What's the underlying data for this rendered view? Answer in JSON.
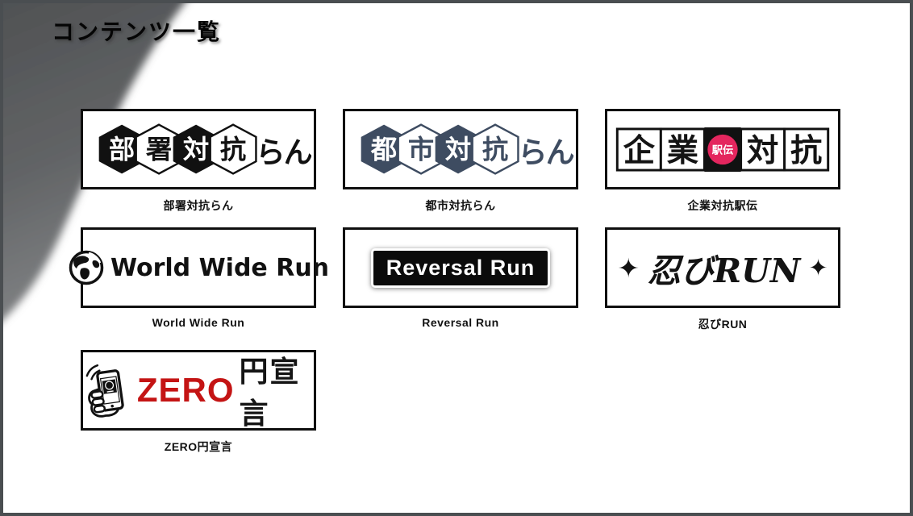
{
  "page": {
    "title": "コンテンツ一覧"
  },
  "colors": {
    "frame_border": "#4a4e51",
    "corner_shape_dark": "#4e5052",
    "corner_shape_light": "#828486",
    "hex_black": "#111111",
    "hex_navy": "#3e4c61",
    "ekiden_badge_pink": "#e4265e",
    "zero_red": "#c41414"
  },
  "cards": [
    {
      "caption": "部署対抗らん",
      "logo": {
        "type": "hexagon-chain",
        "chars": [
          "部",
          "署",
          "対",
          "抗"
        ],
        "suffix": "らん"
      }
    },
    {
      "caption": "都市対抗らん",
      "logo": {
        "type": "hexagon-chain",
        "chars": [
          "都",
          "市",
          "対",
          "抗"
        ],
        "suffix": "らん"
      }
    },
    {
      "caption": "企業対抗駅伝",
      "logo": {
        "type": "square-chain",
        "chars": [
          "企",
          "業",
          "対",
          "抗"
        ],
        "badge": "駅伝"
      }
    },
    {
      "caption": "World Wide Run",
      "logo": {
        "type": "globe-text",
        "text": "World Wide Run",
        "icon": "globe-icon"
      }
    },
    {
      "caption": "Reversal Run",
      "logo": {
        "type": "black-box-text",
        "text": "Reversal Run"
      }
    },
    {
      "caption": "忍びRUN",
      "logo": {
        "type": "shuriken-text",
        "text": "忍びRUN",
        "star_left": "✦",
        "star_right": "✦"
      }
    },
    {
      "caption": "ZERO円宣言",
      "logo": {
        "type": "phone-text",
        "zero": "ZERO",
        "rest": "円宣言",
        "icon": "hand-phone-icon"
      }
    }
  ]
}
